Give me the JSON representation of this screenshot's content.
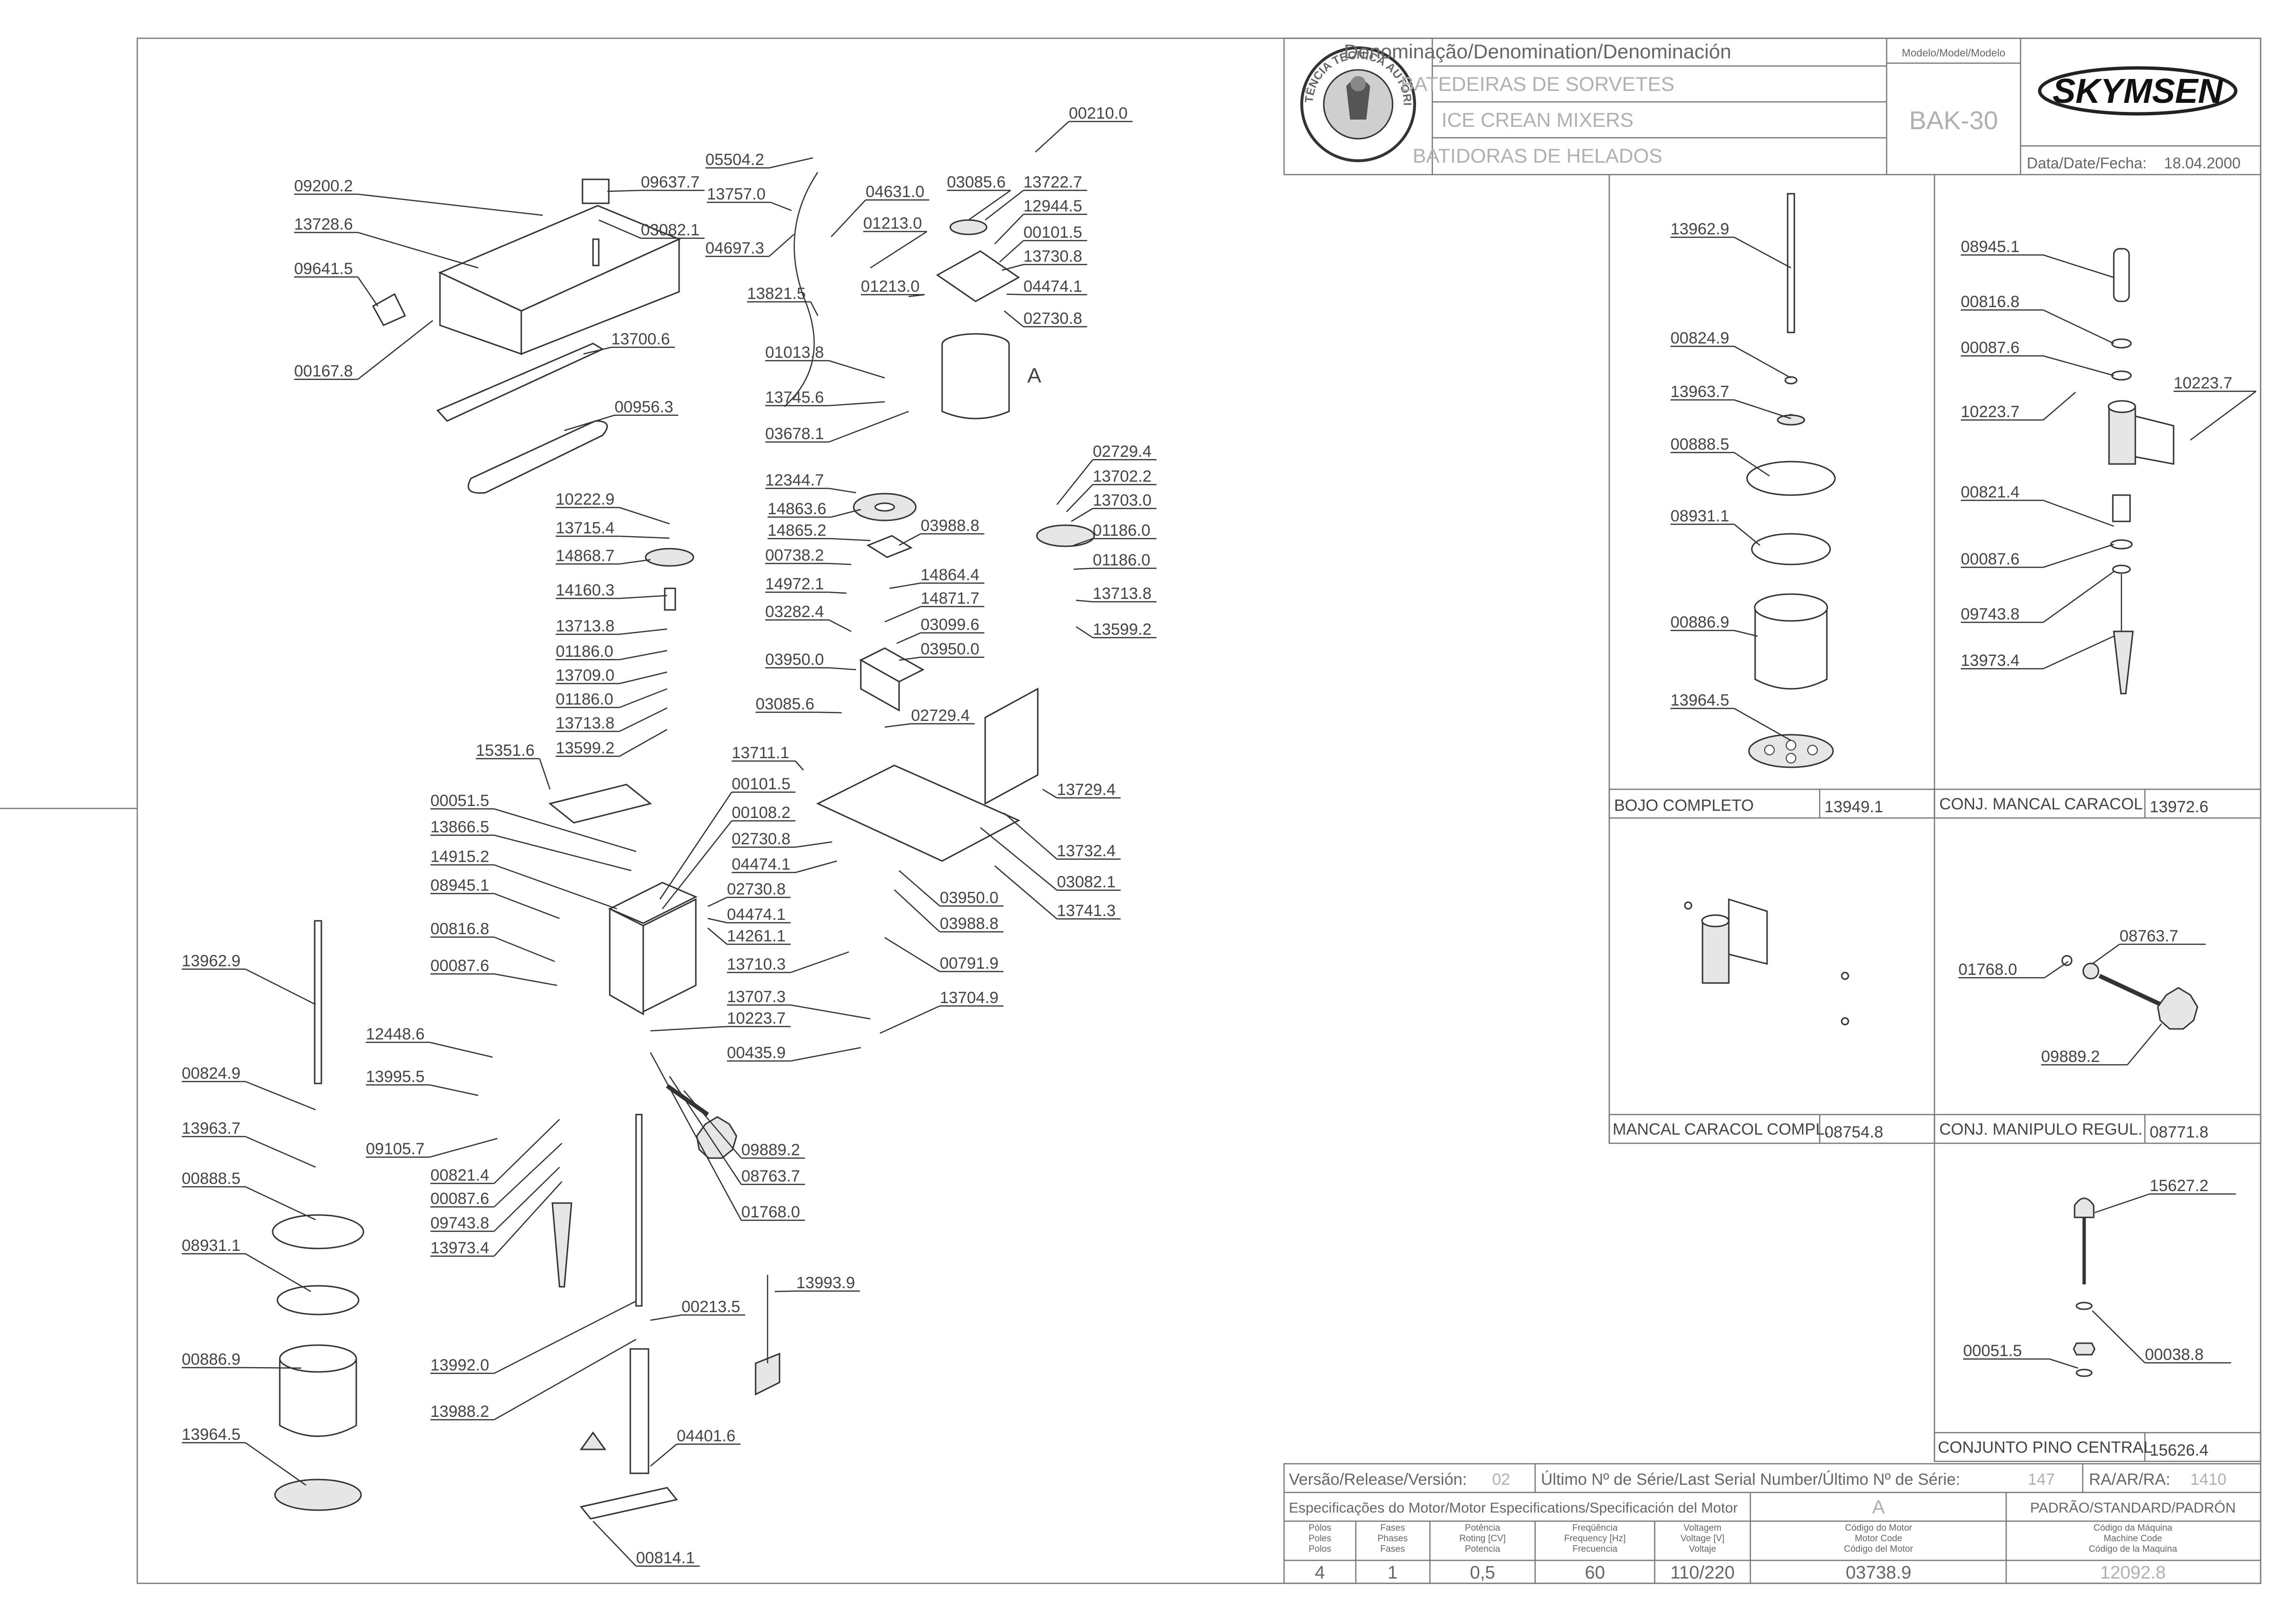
{
  "header": {
    "denomination_label": "Denominação/Denomination/Denominación",
    "names": [
      "BATEDEIRAS DE SORVETES",
      "ICE CREAN MIXERS",
      "BATIDORAS DE HELADOS"
    ],
    "model_label": "Modelo/Model/Modelo",
    "model": "BAK-30",
    "brand": "SKYMSEN",
    "date_label": "Data/Date/Fecha:",
    "date": "18.04.2000",
    "seal_text": "ASSISTÊNCIA TÉCNICA AUTORIZADA",
    "diagram_letter": "A"
  },
  "assemblies": [
    {
      "name": "BOJO COMPLETO",
      "code": "13949.1"
    },
    {
      "name": "CONJ. MANCAL CARACOL",
      "code": "13972.6"
    },
    {
      "name": "MANCAL CARACOL COMPL.",
      "code": "08754.8"
    },
    {
      "name": "CONJ. MANIPULO REGUL.",
      "code": "08771.8"
    },
    {
      "name": "CONJUNTO PINO CENTRAL",
      "code": "15626.4"
    }
  ],
  "main_labels": [
    "09200.2",
    "13728.6",
    "09641.5",
    "00167.8",
    "09637.7",
    "03082.1",
    "13757.0",
    "05504.2",
    "04631.0",
    "04697.3",
    "00210.0",
    "03085.6",
    "13722.7",
    "12944.5",
    "00101.5",
    "13730.8",
    "04474.1",
    "02730.8",
    "01213.0",
    "01213.0",
    "13821.5",
    "01013.8",
    "13745.6",
    "03678.1",
    "13700.6",
    "00956.3",
    "12344.7",
    "14863.6",
    "14865.2",
    "03988.8",
    "00738.2",
    "14972.1",
    "14864.4",
    "14871.7",
    "03282.4",
    "03099.6",
    "03950.0",
    "03950.0",
    "03085.6",
    "02729.4",
    "02729.4",
    "13702.2",
    "13703.0",
    "01186.0",
    "01186.0",
    "13713.8",
    "13599.2",
    "10222.9",
    "13715.4",
    "14868.7",
    "14160.3",
    "13713.8",
    "01186.0",
    "13709.0",
    "01186.0",
    "13713.8",
    "13599.2",
    "15351.6",
    "13711.1",
    "00101.5",
    "00108.2",
    "02730.8",
    "04474.1",
    "02730.8",
    "04474.1",
    "14261.1",
    "13710.3",
    "13707.3",
    "10223.7",
    "00435.9",
    "13704.9",
    "00791.9",
    "03988.8",
    "03950.0",
    "13741.3",
    "03082.1",
    "13732.4",
    "13729.4",
    "00051.5",
    "13866.5",
    "14915.2",
    "08945.1",
    "00816.8",
    "00087.6",
    "12448.6",
    "13995.5",
    "09105.7",
    "00821.4",
    "00087.6",
    "09743.8",
    "13973.4",
    "09889.2",
    "08763.7",
    "01768.0",
    "13962.9",
    "00824.9",
    "13963.7",
    "00888.5",
    "08931.1",
    "00886.9",
    "13964.5",
    "13992.0",
    "13988.2",
    "00213.5",
    "13993.9",
    "04401.6",
    "00814.1"
  ],
  "bowl_labels": [
    "13962.9",
    "00824.9",
    "13963.7",
    "00888.5",
    "08931.1",
    "00886.9",
    "13964.5"
  ],
  "bearing_labels": [
    "08945.1",
    "00816.8",
    "00087.6",
    "10223.7",
    "10223.7",
    "00821.4",
    "00087.6",
    "09743.8",
    "13973.4"
  ],
  "knob_labels": [
    "08763.7",
    "01768.0",
    "09889.2"
  ],
  "pin_labels": [
    "15627.2",
    "00051.5",
    "00038.8"
  ],
  "footer": {
    "version_label": "Versão/Release/Versión:",
    "version": "02",
    "serial_label": "Último Nº de Série/Last Serial Number/Último Nº de Série:",
    "serial": "147",
    "ra_label": "RA/AR/RA:",
    "ra": "1410",
    "motor_spec_label": "Especificações do Motor/Motor Especifications/Specificación del Motor",
    "motor_type": "A",
    "standard_label": "PADRÃO/STANDARD/PADRÓN",
    "columns": [
      [
        "Pólos",
        "Poles",
        "Polos"
      ],
      [
        "Fases",
        "Phases",
        "Fases"
      ],
      [
        "Potência",
        "Roting [CV]",
        "Potencia"
      ],
      [
        "Freqüência",
        "Frequency [Hz]",
        "Frecuencia"
      ],
      [
        "Voltagem",
        "Voltage [V]",
        "Voltaje"
      ],
      [
        "Código do Motor",
        "Motor Code",
        "Código del Motor"
      ],
      [
        "Código da Máquina",
        "Machine Code",
        "Código de la Maquina"
      ]
    ],
    "values": [
      "4",
      "1",
      "0,5",
      "60",
      "110/220",
      "03738.9",
      "12092.8"
    ]
  }
}
